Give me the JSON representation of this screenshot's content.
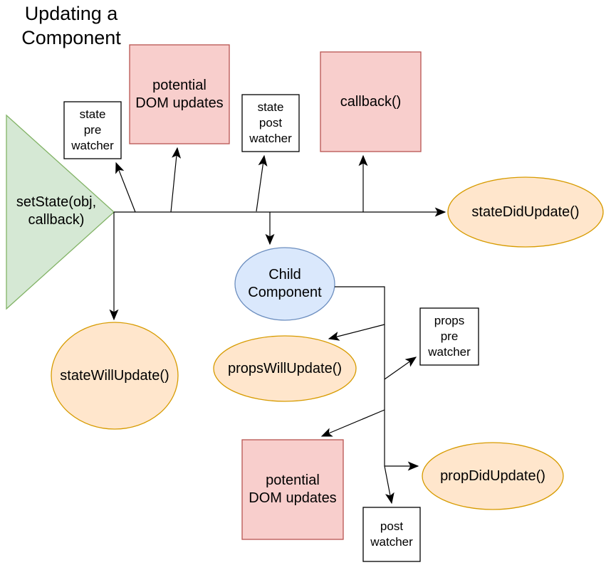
{
  "title": "Updating a\nComponent",
  "colors": {
    "pink-fill": "#f8cecc",
    "pink-stroke": "#b85450",
    "green-fill": "#d5e8d4",
    "green-stroke": "#82b366",
    "blue-fill": "#dae8fc",
    "blue-stroke": "#6c8ebf",
    "orange-fill": "#ffe6cc",
    "orange-stroke": "#d79b00",
    "line-color": "#000000",
    "text-color": "#000000",
    "bg": "#ffffff"
  },
  "nodes": {
    "set_state": {
      "label": "setState(obj,\ncallback)"
    },
    "potential_dom_updates_top": {
      "label": "potential\nDOM updates"
    },
    "state_pre_watcher": {
      "label": "state\npre\nwatcher"
    },
    "state_post_watcher": {
      "label": "state\npost\nwatcher"
    },
    "callback": {
      "label": "callback()"
    },
    "state_did_update": {
      "label": "stateDidUpdate()"
    },
    "state_will_update": {
      "label": "stateWillUpdate()"
    },
    "child_component": {
      "label": "Child\nComponent"
    },
    "props_will_update": {
      "label": "propsWillUpdate()"
    },
    "props_pre_watcher": {
      "label": "props\npre\nwatcher"
    },
    "potential_dom_updates_bottom": {
      "label": "potential\nDOM updates"
    },
    "prop_did_update": {
      "label": "propDidUpdate()"
    },
    "post_watcher": {
      "label": "post\nwatcher"
    }
  }
}
